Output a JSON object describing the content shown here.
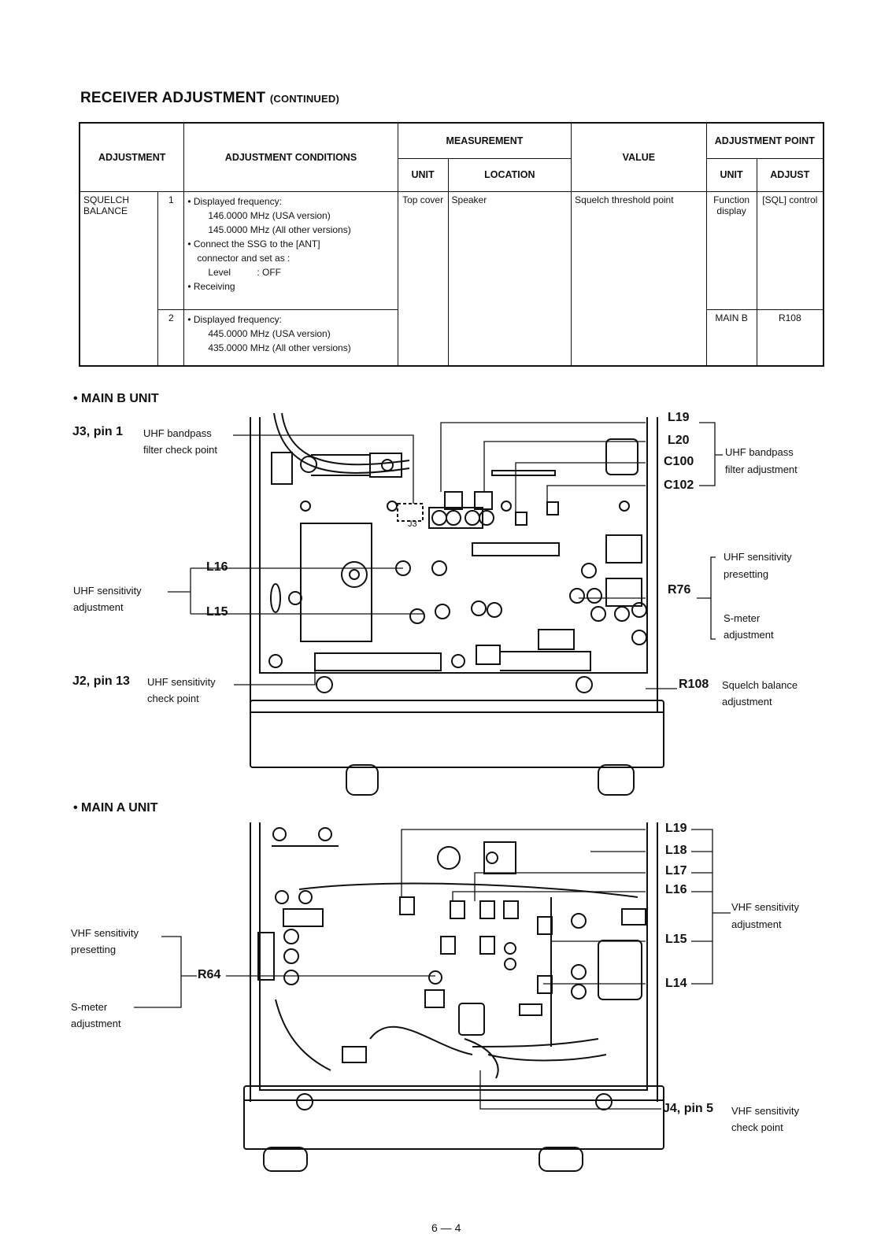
{
  "title": {
    "main": "RECEIVER ADJUSTMENT",
    "sub": "(CONTINUED)"
  },
  "table": {
    "headers": {
      "adjustment": "ADJUSTMENT",
      "conditions": "ADJUSTMENT CONDITIONS",
      "measurement": "MEASUREMENT",
      "unit": "UNIT",
      "location": "LOCATION",
      "value": "VALUE",
      "adjustment_point": "ADJUSTMENT POINT",
      "ap_unit": "UNIT",
      "ap_adjust": "ADJUST"
    },
    "item": {
      "line1": "SQUELCH",
      "line2": "BALANCE"
    },
    "row1": {
      "step": "1",
      "c1": "• Displayed frequency:",
      "c2": "146.0000 MHz (USA version)",
      "c3": "145.0000 MHz (All other versions)",
      "c4": "• Connect the SSG to the [ANT]",
      "c5": "connector and set as :",
      "c6": "Level          : OFF",
      "c7": "• Receiving",
      "meas_unit": "Top cover",
      "location": "Speaker",
      "value": "Squelch threshold point",
      "ap_unit": "Function display",
      "ap_adjust": "[SQL] control"
    },
    "row2": {
      "step": "2",
      "c1": "• Displayed frequency:",
      "c2": "445.0000 MHz (USA version)",
      "c3": "435.0000 MHz (All other versions)",
      "ap_unit": "MAIN B",
      "ap_adjust": "R108"
    }
  },
  "main_b": {
    "heading": "• MAIN B UNIT",
    "j3": {
      "code": "J3, pin 1",
      "l1": "UHF bandpass",
      "l2": "filter check point"
    },
    "j3_board": "J3",
    "l19": "L19",
    "l20": "L20",
    "c100": "C100",
    "c102": "C102",
    "uhf_bp": {
      "l1": "UHF bandpass",
      "l2": "filter adjustment"
    },
    "l16": "L16",
    "l15": "L15",
    "uhf_sens": {
      "l1": "UHF sensitivity",
      "l2": "adjustment"
    },
    "uhf_pres": {
      "l1": "UHF sensitivity",
      "l2": "presetting"
    },
    "r76": "R76",
    "smeter": {
      "l1": "S-meter",
      "l2": "adjustment"
    },
    "j2": {
      "code": "J2, pin 13",
      "l1": "UHF sensitivity",
      "l2": "check point"
    },
    "r108": "R108",
    "sq": {
      "l1": "Squelch balance",
      "l2": "adjustment"
    }
  },
  "main_a": {
    "heading": "• MAIN A UNIT",
    "l19": "L19",
    "l18": "L18",
    "l17": "L17",
    "l16": "L16",
    "l15": "L15",
    "l14": "L14",
    "vhf_sens": {
      "l1": "VHF sensitivity",
      "l2": "adjustment"
    },
    "vhf_pres": {
      "l1": "VHF sensitivity",
      "l2": "presetting"
    },
    "r64": "R64",
    "smeter": {
      "l1": "S-meter",
      "l2": "adjustment"
    },
    "j4": {
      "code": "J4, pin 5",
      "l1": "VHF sensitivity",
      "l2": "check point"
    }
  },
  "page_number": "6 — 4"
}
